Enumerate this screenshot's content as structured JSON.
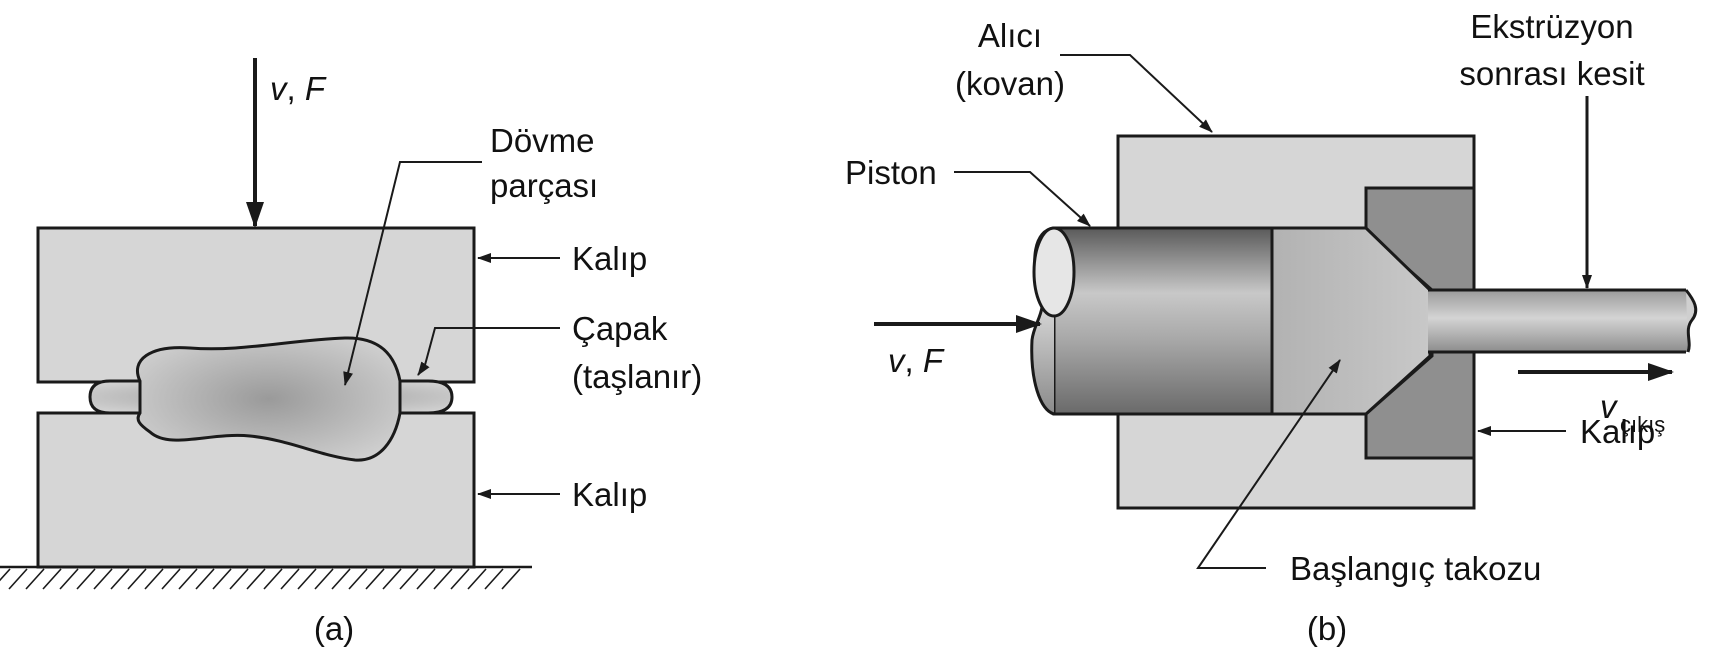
{
  "panel_a": {
    "caption": "(a)",
    "force_label": {
      "v": "v",
      "sep": ", ",
      "f": "F"
    },
    "part_label": [
      "Dövme",
      "parçası"
    ],
    "die_top_label": "Kalıp",
    "flash_label": [
      "Çapak",
      "(taşlanır)"
    ],
    "die_bottom_label": "Kalıp"
  },
  "panel_b": {
    "caption": "(b)",
    "container_label": [
      "Alıcı",
      "(kovan)"
    ],
    "extrudate_label": [
      "Ekstrüzyon",
      "sonrası kesit"
    ],
    "piston_label": "Piston",
    "force_label": {
      "v": "v",
      "sep": ", ",
      "f": "F"
    },
    "die_label": "Kalıp",
    "exit_velocity": {
      "v": "v",
      "sub": "çıkış"
    },
    "billet_label": "Başlangıç takozu"
  },
  "colors": {
    "die_fill": "#d6d6d6",
    "outline": "#1a1a1a",
    "extrusion_die_fill": "#8f8f8f",
    "part_fill": "#b9b9b9"
  }
}
